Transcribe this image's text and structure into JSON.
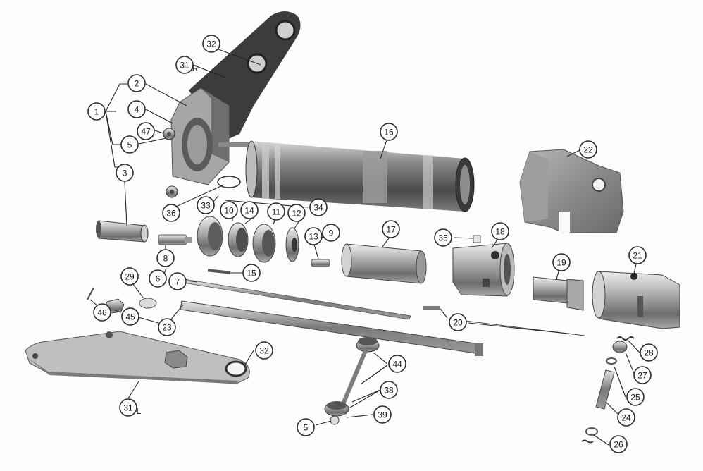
{
  "diagram": {
    "callouts": [
      {
        "id": "c32a",
        "label": "32"
      },
      {
        "id": "c31r",
        "label": "31",
        "suffix": "R"
      },
      {
        "id": "c2",
        "label": "2"
      },
      {
        "id": "c1",
        "label": "1"
      },
      {
        "id": "c4",
        "label": "4"
      },
      {
        "id": "c47",
        "label": "47"
      },
      {
        "id": "c5a",
        "label": "5"
      },
      {
        "id": "c3",
        "label": "3"
      },
      {
        "id": "c16",
        "label": "16"
      },
      {
        "id": "c22",
        "label": "22"
      },
      {
        "id": "c36",
        "label": "36"
      },
      {
        "id": "c33",
        "label": "33"
      },
      {
        "id": "c10",
        "label": "10"
      },
      {
        "id": "c14",
        "label": "14"
      },
      {
        "id": "c11",
        "label": "11"
      },
      {
        "id": "c12",
        "label": "12"
      },
      {
        "id": "c34",
        "label": "34"
      },
      {
        "id": "c13",
        "label": "13"
      },
      {
        "id": "c9",
        "label": "9"
      },
      {
        "id": "c17",
        "label": "17"
      },
      {
        "id": "c35",
        "label": "35"
      },
      {
        "id": "c18",
        "label": "18"
      },
      {
        "id": "c8",
        "label": "8"
      },
      {
        "id": "c6",
        "label": "6"
      },
      {
        "id": "c7",
        "label": "7"
      },
      {
        "id": "c15",
        "label": "15"
      },
      {
        "id": "c19",
        "label": "19"
      },
      {
        "id": "c21",
        "label": "21"
      },
      {
        "id": "c29",
        "label": "29"
      },
      {
        "id": "c46",
        "label": "46"
      },
      {
        "id": "c45",
        "label": "45"
      },
      {
        "id": "c23",
        "label": "23"
      },
      {
        "id": "c20",
        "label": "20"
      },
      {
        "id": "c28",
        "label": "28"
      },
      {
        "id": "c32b",
        "label": "32"
      },
      {
        "id": "c44",
        "label": "44"
      },
      {
        "id": "c27",
        "label": "27"
      },
      {
        "id": "c25",
        "label": "25"
      },
      {
        "id": "c31l",
        "label": "31",
        "suffix": "L"
      },
      {
        "id": "c38",
        "label": "38"
      },
      {
        "id": "c24",
        "label": "24"
      },
      {
        "id": "c5b",
        "label": "5"
      },
      {
        "id": "c39",
        "label": "39"
      },
      {
        "id": "c26",
        "label": "26"
      }
    ]
  }
}
